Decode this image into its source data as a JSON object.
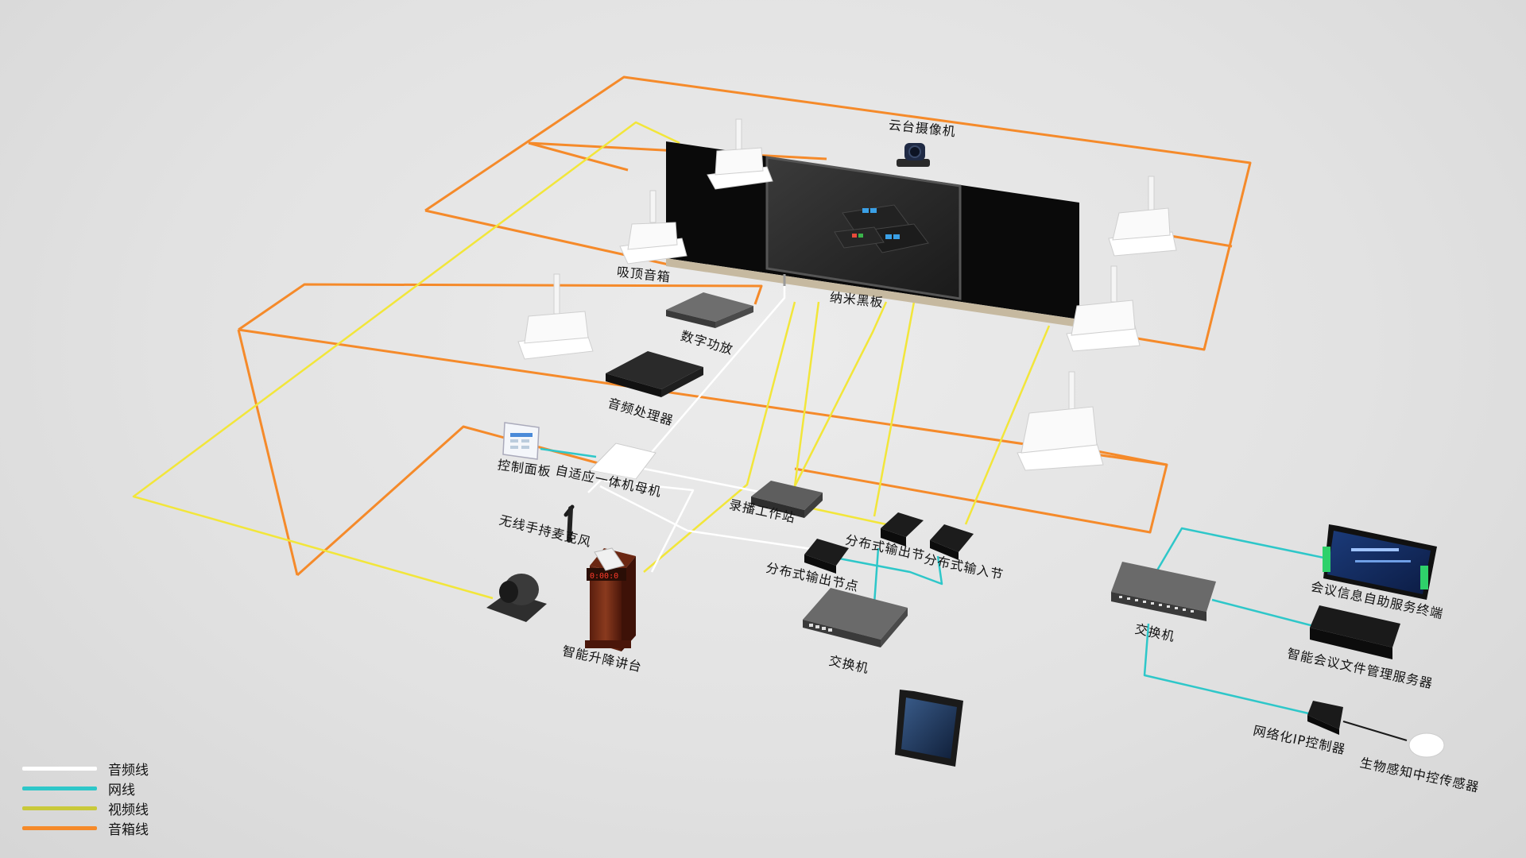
{
  "colors": {
    "audio_line": "#ffffff",
    "network_line": "#2ec7c9",
    "video_line": "#f2e63a",
    "speaker_line": "#f58a2a"
  },
  "labels": {
    "ptz_camera_top": "云台摄像机",
    "ceiling_speaker": "吸顶音箱",
    "nano_blackboard": "纳米黑板",
    "digital_amplifier": "数字功放",
    "audio_processor": "音频处理器",
    "control_panel": "控制面板",
    "adaptive_host": "自适应一体机母机",
    "recording_workstation": "录播工作站",
    "wireless_mic": "无线手持麦克风",
    "distributed_output_node_1": "分布式输出节",
    "distributed_input_node": "分布式输入节",
    "distributed_output_node_2": "分布式输出节点",
    "smart_podium": "智能升降讲台",
    "switch_center": "交换机",
    "switch_right": "交换机",
    "meeting_info_terminal": "会议信息自助服务终端",
    "file_server": "智能会议文件管理服务器",
    "ip_controller": "网络化IP控制器",
    "bio_sensor": "生物感知中控传感器"
  },
  "legend": [
    {
      "label": "音频线",
      "color": "#ffffff"
    },
    {
      "label": "网线",
      "color": "#2ec7c9"
    },
    {
      "label": "视频线",
      "color": "#f2e63a"
    },
    {
      "label": "音箱线",
      "color": "#f58a2a"
    }
  ],
  "podium_display": "0:00:0"
}
